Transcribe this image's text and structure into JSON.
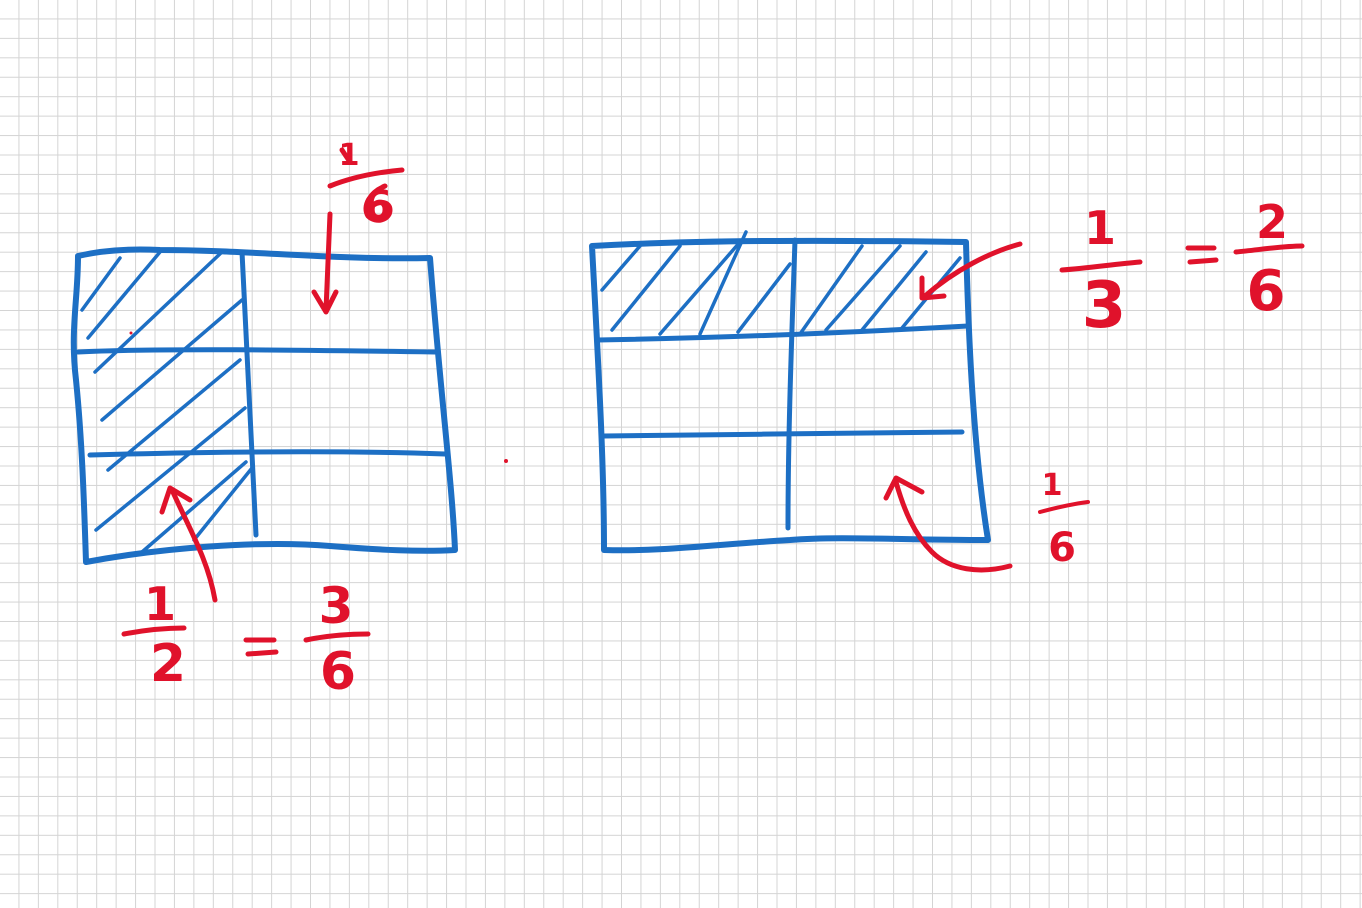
{
  "diagrams": [
    {
      "grid": {
        "rows": 3,
        "cols": 2,
        "shading": "left column"
      },
      "equation": {
        "lhs": {
          "num": "1",
          "den": "2"
        },
        "sign": "=",
        "rhs": {
          "num": "3",
          "den": "6"
        }
      },
      "part_label": {
        "num": "1",
        "den": "6"
      }
    },
    {
      "grid": {
        "rows": 3,
        "cols": 2,
        "shading": "top row"
      },
      "equation": {
        "lhs": {
          "num": "1",
          "den": "3"
        },
        "sign": "=",
        "rhs": {
          "num": "2",
          "den": "6"
        }
      },
      "part_label": {
        "num": "1",
        "den": "6"
      }
    }
  ],
  "colors": {
    "ink_blue": "#1d6fc4",
    "ink_red": "#e0122b",
    "grid_line": "#d4d4d4",
    "paper": "#ffffff"
  }
}
